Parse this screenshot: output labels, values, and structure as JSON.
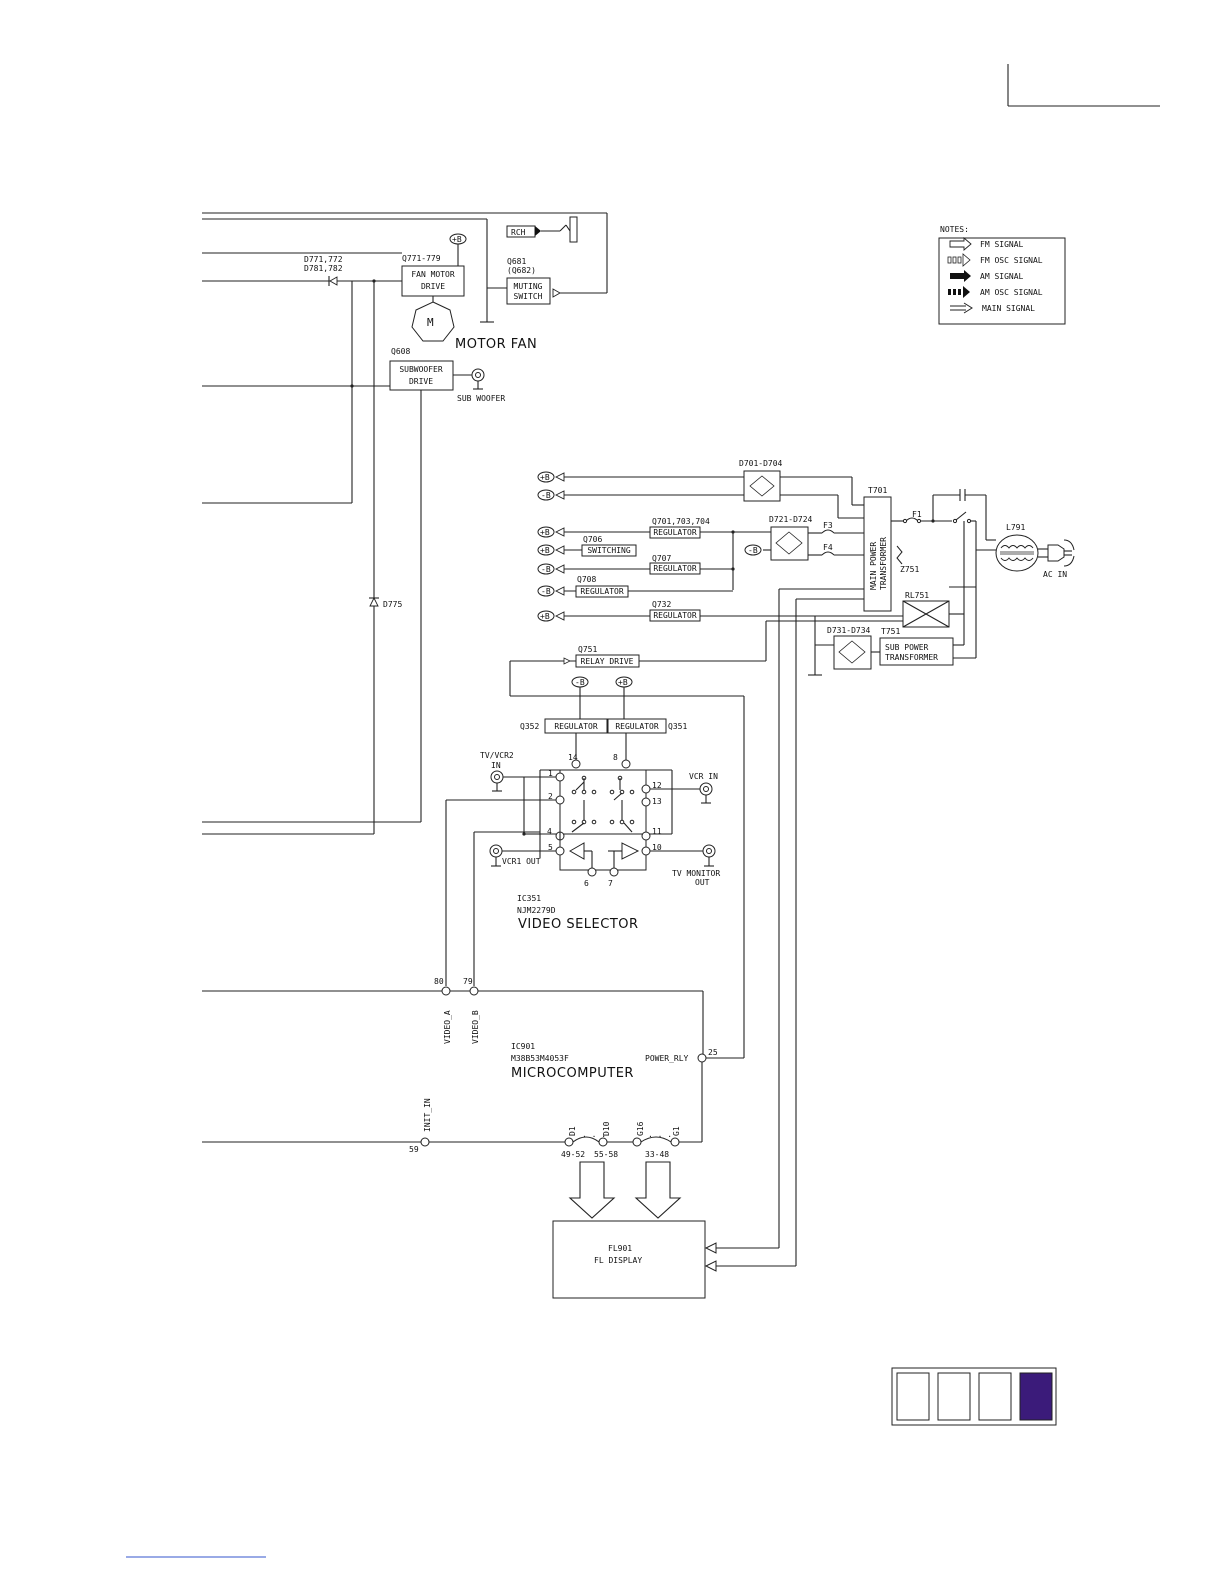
{
  "colors": {
    "ink": "#222222",
    "accent": "#3b1b7a",
    "link": "#3355cc"
  },
  "notes": {
    "title": "NOTES:",
    "items": [
      {
        "label": "FM SIGNAL",
        "icon": "outline-arrow-icon"
      },
      {
        "label": "FM OSC SIGNAL",
        "icon": "dashed-outline-arrow-icon"
      },
      {
        "label": "AM SIGNAL",
        "icon": "solid-arrow-icon"
      },
      {
        "label": "AM OSC SIGNAL",
        "icon": "dashed-solid-arrow-icon"
      },
      {
        "label": "MAIN SIGNAL",
        "icon": "double-line-arrow-icon"
      }
    ]
  },
  "fan": {
    "rch": "RCH",
    "d771": "D771,772",
    "d781": "D781,782",
    "q771": "Q771-779",
    "fan_drive": [
      "FAN MOTOR",
      "DRIVE"
    ],
    "q681": "Q681",
    "q682": "(Q682)",
    "muting": [
      "MUTING",
      "SWITCH"
    ],
    "motor_symbol": "M",
    "motor_fan": "MOTOR FAN",
    "q608": "Q608",
    "subwoofer_drive": [
      "SUBWOOFER",
      "DRIVE"
    ],
    "sub_woofer": "SUB WOOFER",
    "d775": "D775",
    "vplus": "+B"
  },
  "power": {
    "d701": "D701-D704",
    "t701": "T701",
    "q701": "Q701,703,704",
    "d721": "D721-D724",
    "f3": "F3",
    "f4": "F4",
    "f1": "F1",
    "l791": "L791",
    "ac_in": "AC IN",
    "q706": "Q706",
    "switching": "SWITCHING",
    "q707": "Q707",
    "q708": "Q708",
    "q732": "Q732",
    "regulator": "REGULATOR",
    "main_tr": [
      "MAIN POWER",
      "TRANSFORMER"
    ],
    "z751": "Z751",
    "rl751": "RL751",
    "d731": "D731-D734",
    "t751": "T751",
    "sub_tr": [
      "SUB POWER",
      "TRANSFORMER"
    ],
    "q751": "Q751",
    "relay_drive": "RELAY DRIVE",
    "rails": [
      "+B",
      "-B",
      "+B",
      "+B",
      "-B",
      "-B",
      "+B"
    ],
    "neg": "-B",
    "pos": "+B"
  },
  "video": {
    "q352": "Q352",
    "q351": "Q351",
    "regulator": "REGULATOR",
    "tv_vcr2": [
      "TV/VCR2",
      "IN"
    ],
    "vcr_in": "VCR IN",
    "vcr1_out": "VCR1 OUT",
    "tv_monitor": [
      "TV MONITOR",
      "OUT"
    ],
    "pins": [
      "1",
      "2",
      "4",
      "5",
      "6",
      "7",
      "8",
      "10",
      "11",
      "12",
      "13",
      "14"
    ],
    "ic_ref": "IC351",
    "ic_part": "NJM2279D",
    "title": "VIDEO SELECTOR"
  },
  "micro": {
    "pin80": "80",
    "pin79": "79",
    "video_a": "VIDEO_A",
    "video_b": "VIDEO_B",
    "ic_ref": "IC901",
    "ic_part": "M38B53M4053F",
    "title": "MICROCOMPUTER",
    "power_rly": "POWER_RLY",
    "pin25": "25",
    "init_in": "INIT_IN",
    "pin59": "59",
    "d1": "D1",
    "d10": "D10",
    "g16": "G16",
    "g1": "G1",
    "r1": "49-52",
    "r2": "55-58",
    "r3": "33-48",
    "dots": ". . ."
  },
  "display": {
    "ref": "FL901",
    "name": "FL DISPLAY"
  },
  "page_indicator": {
    "total": 4,
    "active": 4
  }
}
